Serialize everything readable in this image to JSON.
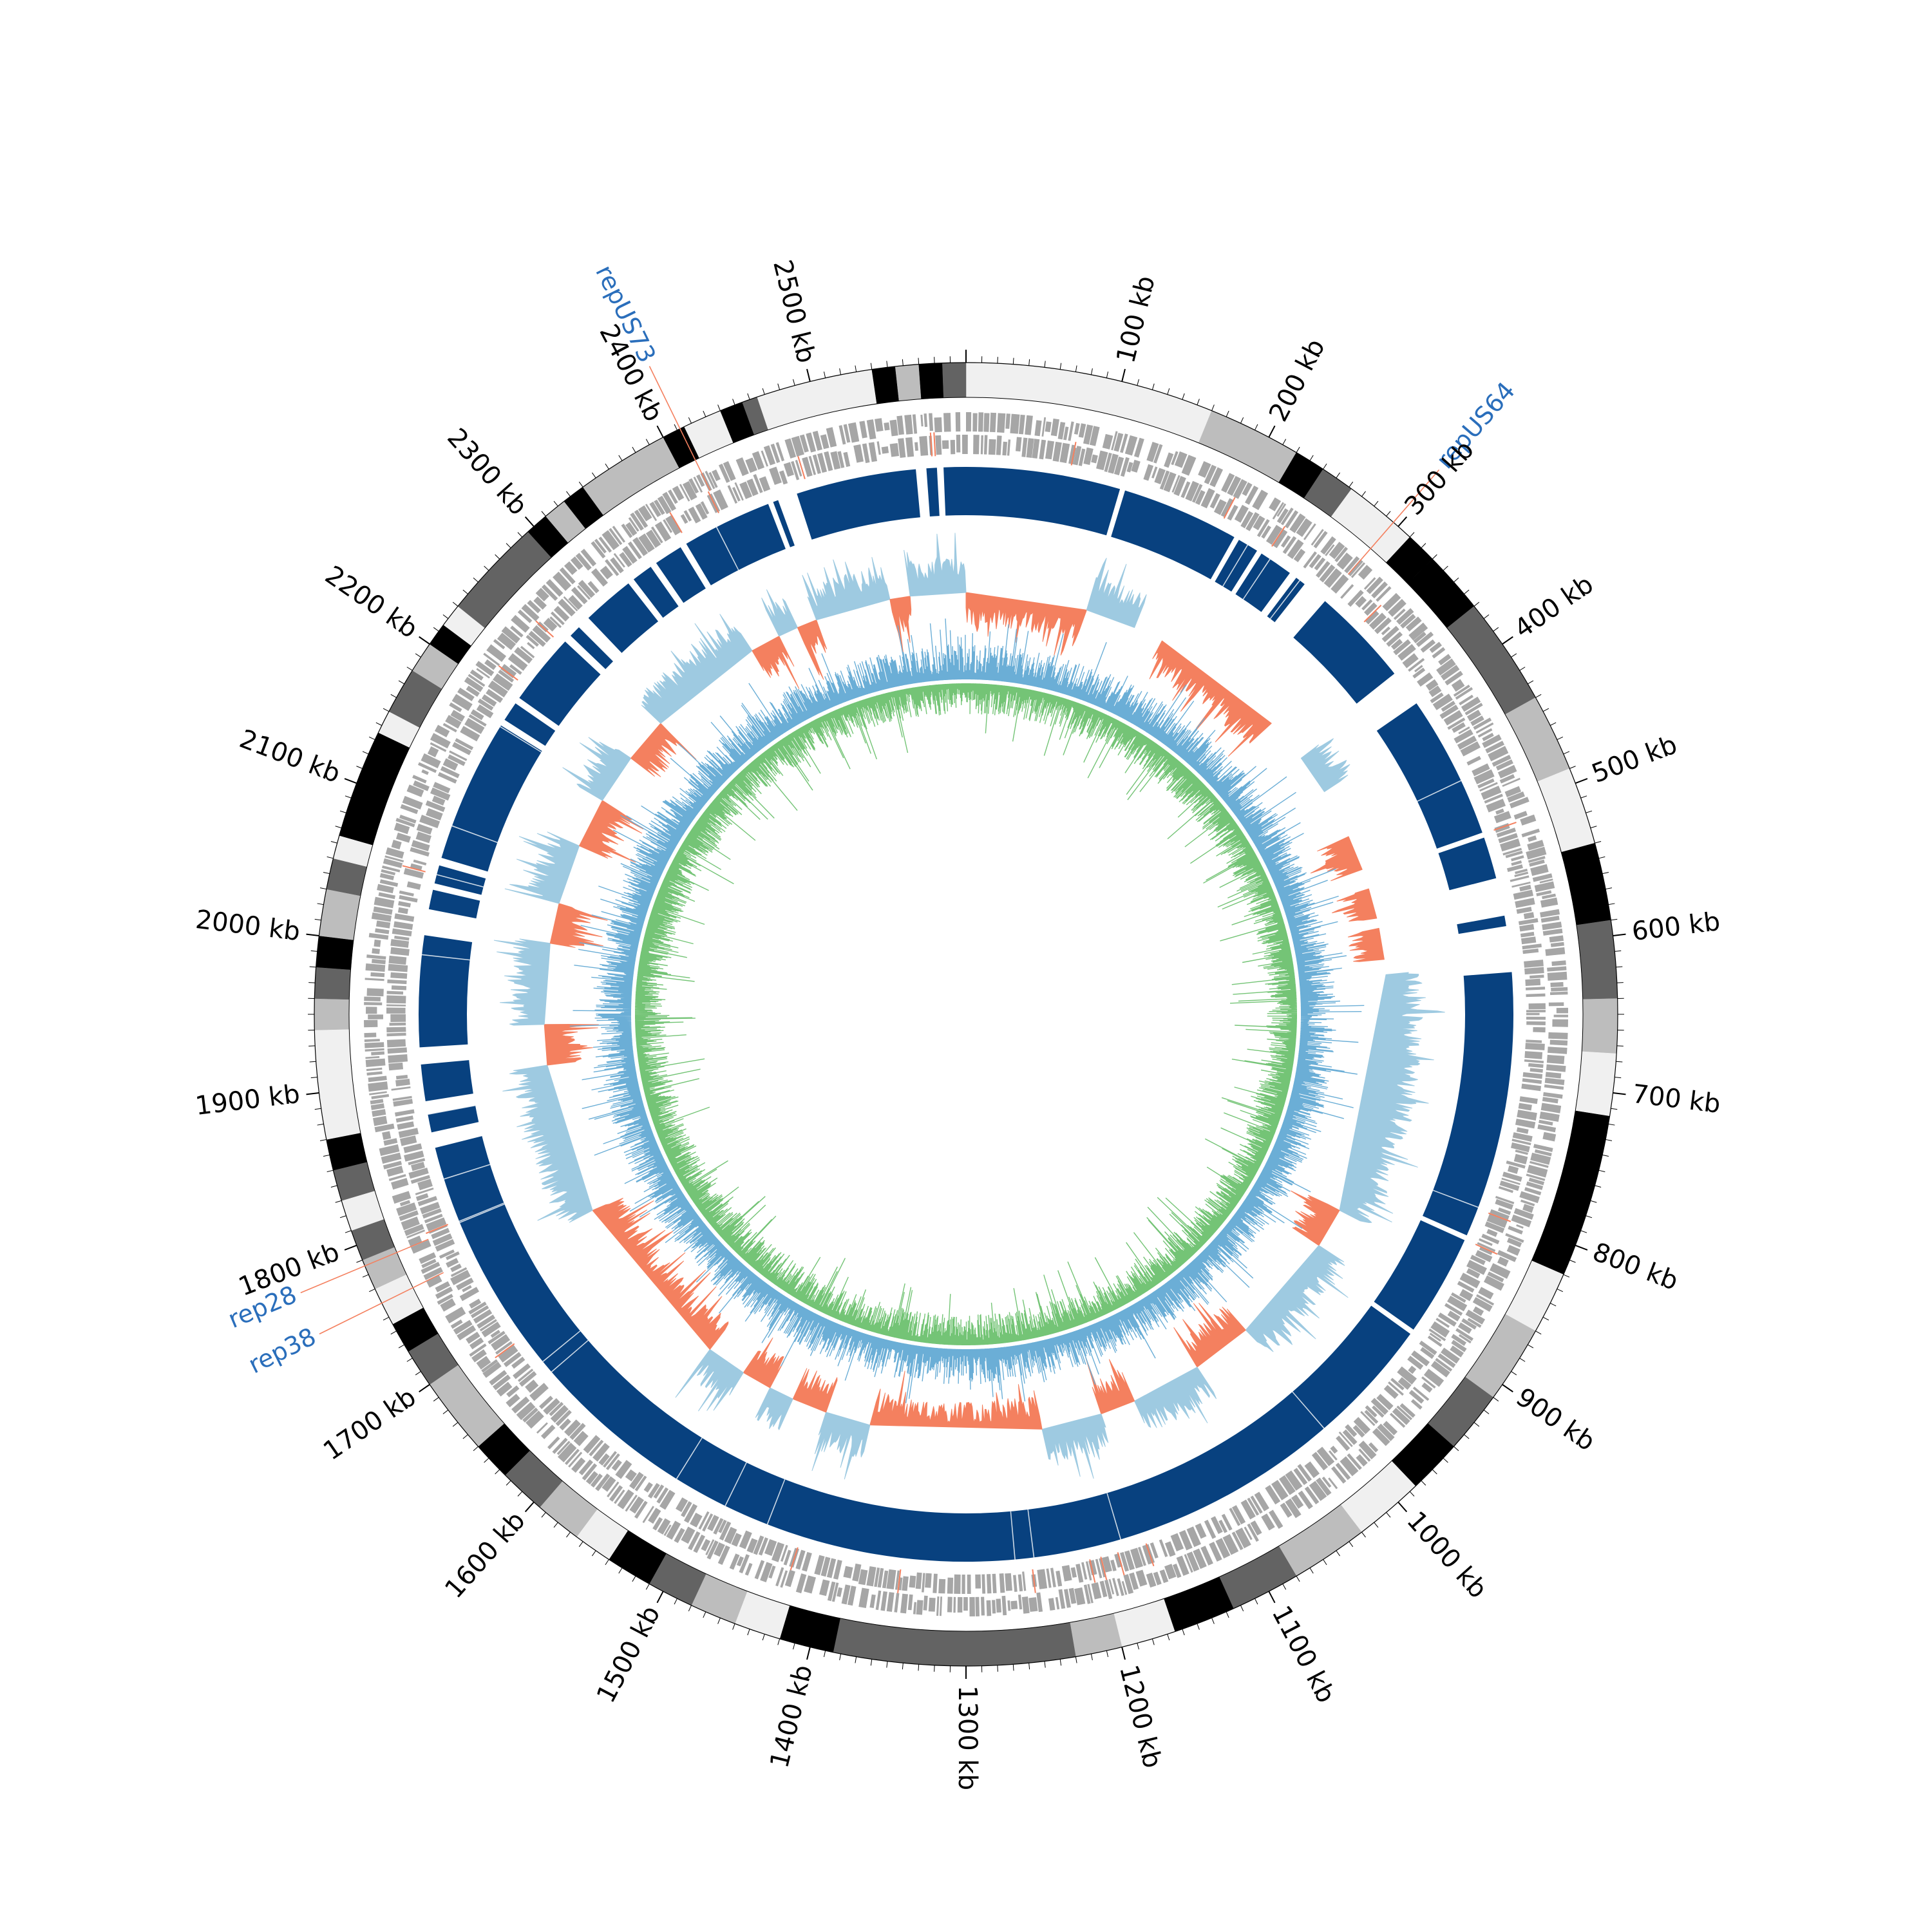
{
  "genome": {
    "length_kb": 2600
  },
  "colors": {
    "background": "#ffffff",
    "axis": "#000000",
    "cds": "#a6a6a6",
    "blast_band": "#08417f",
    "gc_skew_positive": "#9ecae1",
    "gc_skew_negative": "#f4805f",
    "gc_content": "#74c476",
    "gc_content_alt": "#6baed6",
    "gene_label": "#2a6ebb",
    "gene_leader": "#f4805f"
  },
  "tick_labels": [
    {
      "kb": 100,
      "text": "100 kb"
    },
    {
      "kb": 200,
      "text": "200 kb"
    },
    {
      "kb": 300,
      "text": "300 kb"
    },
    {
      "kb": 400,
      "text": "400 kb"
    },
    {
      "kb": 500,
      "text": "500 kb"
    },
    {
      "kb": 600,
      "text": "600 kb"
    },
    {
      "kb": 700,
      "text": "700 kb"
    },
    {
      "kb": 800,
      "text": "800 kb"
    },
    {
      "kb": 900,
      "text": "900 kb"
    },
    {
      "kb": 1000,
      "text": "1000 kb"
    },
    {
      "kb": 1100,
      "text": "1100 kb"
    },
    {
      "kb": 1200,
      "text": "1200 kb"
    },
    {
      "kb": 1300,
      "text": "1300 kb"
    },
    {
      "kb": 1400,
      "text": "1400 kb"
    },
    {
      "kb": 1500,
      "text": "1500 kb"
    },
    {
      "kb": 1600,
      "text": "1600 kb"
    },
    {
      "kb": 1700,
      "text": "1700 kb"
    },
    {
      "kb": 1800,
      "text": "1800 kb"
    },
    {
      "kb": 1900,
      "text": "1900 kb"
    },
    {
      "kb": 2000,
      "text": "2000 kb"
    },
    {
      "kb": 2100,
      "text": "2100 kb"
    },
    {
      "kb": 2200,
      "text": "2200 kb"
    },
    {
      "kb": 2300,
      "text": "2300 kb"
    },
    {
      "kb": 2400,
      "text": "2400 kb"
    },
    {
      "kb": 2500,
      "text": "2500 kb"
    }
  ],
  "gene_labels": [
    {
      "name": "repUS73",
      "kb": 2412
    },
    {
      "name": "repUS64",
      "kb": 296
    },
    {
      "name": "rep28",
      "kb": 1786
    },
    {
      "name": "rep38",
      "kb": 1760
    }
  ],
  "karyotype_bands": [
    {
      "start": 0,
      "end": 160,
      "shade": "#f0f0f0"
    },
    {
      "start": 160,
      "end": 220,
      "shade": "#bdbdbd"
    },
    {
      "start": 220,
      "end": 240,
      "shade": "#000000"
    },
    {
      "start": 240,
      "end": 262,
      "shade": "#636363"
    },
    {
      "start": 262,
      "end": 310,
      "shade": "#f0f0f0"
    },
    {
      "start": 310,
      "end": 330,
      "shade": "#000000"
    },
    {
      "start": 330,
      "end": 370,
      "shade": "#000000"
    },
    {
      "start": 370,
      "end": 440,
      "shade": "#636363"
    },
    {
      "start": 440,
      "end": 490,
      "shade": "#bdbdbd"
    },
    {
      "start": 490,
      "end": 540,
      "shade": "#f0f0f0"
    },
    {
      "start": 540,
      "end": 590,
      "shade": "#000000"
    },
    {
      "start": 590,
      "end": 640,
      "shade": "#636363"
    },
    {
      "start": 640,
      "end": 675,
      "shade": "#bdbdbd"
    },
    {
      "start": 675,
      "end": 715,
      "shade": "#f0f0f0"
    },
    {
      "start": 715,
      "end": 820,
      "shade": "#000000"
    },
    {
      "start": 820,
      "end": 860,
      "shade": "#f0f0f0"
    },
    {
      "start": 860,
      "end": 910,
      "shade": "#bdbdbd"
    },
    {
      "start": 910,
      "end": 950,
      "shade": "#636363"
    },
    {
      "start": 950,
      "end": 985,
      "shade": "#000000"
    },
    {
      "start": 985,
      "end": 1030,
      "shade": "#f0f0f0"
    },
    {
      "start": 1030,
      "end": 1080,
      "shade": "#bdbdbd"
    },
    {
      "start": 1080,
      "end": 1125,
      "shade": "#636363"
    },
    {
      "start": 1125,
      "end": 1165,
      "shade": "#000000"
    },
    {
      "start": 1165,
      "end": 1200,
      "shade": "#f0f0f0"
    },
    {
      "start": 1200,
      "end": 1230,
      "shade": "#bdbdbd"
    },
    {
      "start": 1230,
      "end": 1385,
      "shade": "#636363"
    },
    {
      "start": 1385,
      "end": 1420,
      "shade": "#000000"
    },
    {
      "start": 1420,
      "end": 1450,
      "shade": "#f0f0f0"
    },
    {
      "start": 1450,
      "end": 1480,
      "shade": "#bdbdbd"
    },
    {
      "start": 1480,
      "end": 1510,
      "shade": "#636363"
    },
    {
      "start": 1510,
      "end": 1540,
      "shade": "#000000"
    },
    {
      "start": 1540,
      "end": 1565,
      "shade": "#f0f0f0"
    },
    {
      "start": 1565,
      "end": 1595,
      "shade": "#bdbdbd"
    },
    {
      "start": 1595,
      "end": 1625,
      "shade": "#636363"
    },
    {
      "start": 1625,
      "end": 1650,
      "shade": "#000000"
    },
    {
      "start": 1650,
      "end": 1700,
      "shade": "#bdbdbd"
    },
    {
      "start": 1700,
      "end": 1725,
      "shade": "#636363"
    },
    {
      "start": 1725,
      "end": 1745,
      "shade": "#000000"
    },
    {
      "start": 1745,
      "end": 1770,
      "shade": "#f0f0f0"
    },
    {
      "start": 1770,
      "end": 1790,
      "shade": "#bdbdbd"
    },
    {
      "start": 1790,
      "end": 1810,
      "shade": "#636363"
    },
    {
      "start": 1810,
      "end": 1830,
      "shade": "#f0f0f0"
    },
    {
      "start": 1830,
      "end": 1850,
      "shade": "#636363"
    },
    {
      "start": 1850,
      "end": 1870,
      "shade": "#000000"
    },
    {
      "start": 1870,
      "end": 1940,
      "shade": "#f0f0f0"
    },
    {
      "start": 1940,
      "end": 1960,
      "shade": "#bdbdbd"
    },
    {
      "start": 1960,
      "end": 1980,
      "shade": "#636363"
    },
    {
      "start": 1980,
      "end": 2000,
      "shade": "#000000"
    },
    {
      "start": 2000,
      "end": 2030,
      "shade": "#bdbdbd"
    },
    {
      "start": 2030,
      "end": 2050,
      "shade": "#636363"
    },
    {
      "start": 2050,
      "end": 2065,
      "shade": "#f0f0f0"
    },
    {
      "start": 2065,
      "end": 2135,
      "shade": "#000000"
    },
    {
      "start": 2135,
      "end": 2150,
      "shade": "#f0f0f0"
    },
    {
      "start": 2150,
      "end": 2180,
      "shade": "#636363"
    },
    {
      "start": 2180,
      "end": 2200,
      "shade": "#bdbdbd"
    },
    {
      "start": 2200,
      "end": 2215,
      "shade": "#000000"
    },
    {
      "start": 2215,
      "end": 2230,
      "shade": "#f0f0f0"
    },
    {
      "start": 2230,
      "end": 2295,
      "shade": "#636363"
    },
    {
      "start": 2295,
      "end": 2310,
      "shade": "#000000"
    },
    {
      "start": 2310,
      "end": 2325,
      "shade": "#bdbdbd"
    },
    {
      "start": 2325,
      "end": 2340,
      "shade": "#000000"
    },
    {
      "start": 2340,
      "end": 2400,
      "shade": "#bdbdbd"
    },
    {
      "start": 2400,
      "end": 2415,
      "shade": "#000000"
    },
    {
      "start": 2415,
      "end": 2440,
      "shade": "#f0f0f0"
    },
    {
      "start": 2440,
      "end": 2455,
      "shade": "#000000"
    },
    {
      "start": 2455,
      "end": 2465,
      "shade": "#636363"
    },
    {
      "start": 2465,
      "end": 2540,
      "shade": "#f0f0f0"
    },
    {
      "start": 2540,
      "end": 2555,
      "shade": "#000000"
    },
    {
      "start": 2555,
      "end": 2570,
      "shade": "#bdbdbd"
    },
    {
      "start": 2570,
      "end": 2585,
      "shade": "#000000"
    },
    {
      "start": 2585,
      "end": 2600,
      "shade": "#636363"
    }
  ],
  "blast_blocks": [
    {
      "start": 0,
      "end": 118
    },
    {
      "start": 122,
      "end": 212
    },
    {
      "start": 216,
      "end": 232
    },
    {
      "start": 236,
      "end": 262
    },
    {
      "start": 268,
      "end": 276
    },
    {
      "start": 296,
      "end": 372
    },
    {
      "start": 400,
      "end": 510
    },
    {
      "start": 514,
      "end": 546
    },
    {
      "start": 575,
      "end": 583
    },
    {
      "start": 618,
      "end": 822
    },
    {
      "start": 826,
      "end": 904
    },
    {
      "start": 908,
      "end": 1848
    },
    {
      "start": 1860,
      "end": 1874
    },
    {
      "start": 1884,
      "end": 1912
    },
    {
      "start": 1925,
      "end": 2010
    },
    {
      "start": 2030,
      "end": 2045
    },
    {
      "start": 2050,
      "end": 2064
    },
    {
      "start": 2070,
      "end": 2180
    },
    {
      "start": 2185,
      "end": 2200
    },
    {
      "start": 2205,
      "end": 2260
    },
    {
      "start": 2266,
      "end": 2275
    },
    {
      "start": 2285,
      "end": 2325
    },
    {
      "start": 2330,
      "end": 2346
    },
    {
      "start": 2351,
      "end": 2373
    },
    {
      "start": 2378,
      "end": 2447
    },
    {
      "start": 2451,
      "end": 2455
    },
    {
      "start": 2470,
      "end": 2562
    },
    {
      "start": 2570,
      "end": 2578
    },
    {
      "start": 2583,
      "end": 2600
    }
  ],
  "gc_skew_segments": [
    {
      "start": 0,
      "end": 120,
      "sign": -1
    },
    {
      "start": 120,
      "end": 170,
      "sign": 1
    },
    {
      "start": 170,
      "end": 200,
      "sign": 0
    },
    {
      "start": 200,
      "end": 335,
      "sign": -1
    },
    {
      "start": 335,
      "end": 380,
      "sign": 0
    },
    {
      "start": 380,
      "end": 420,
      "sign": 1
    },
    {
      "start": 420,
      "end": 470,
      "sign": 0
    },
    {
      "start": 470,
      "end": 505,
      "sign": -1
    },
    {
      "start": 505,
      "end": 525,
      "sign": 0
    },
    {
      "start": 525,
      "end": 555,
      "sign": -1
    },
    {
      "start": 555,
      "end": 565,
      "sign": 0
    },
    {
      "start": 565,
      "end": 596,
      "sign": -1
    },
    {
      "start": 596,
      "end": 611,
      "sign": 0
    },
    {
      "start": 611,
      "end": 850,
      "sign": 1
    },
    {
      "start": 850,
      "end": 890,
      "sign": -1
    },
    {
      "start": 890,
      "end": 1000,
      "sign": 1
    },
    {
      "start": 1000,
      "end": 1060,
      "sign": -1
    },
    {
      "start": 1060,
      "end": 1130,
      "sign": 1
    },
    {
      "start": 1130,
      "end": 1165,
      "sign": -1
    },
    {
      "start": 1165,
      "end": 1225,
      "sign": 1
    },
    {
      "start": 1225,
      "end": 1395,
      "sign": -1
    },
    {
      "start": 1395,
      "end": 1440,
      "sign": 1
    },
    {
      "start": 1440,
      "end": 1475,
      "sign": -1
    },
    {
      "start": 1475,
      "end": 1500,
      "sign": 1
    },
    {
      "start": 1500,
      "end": 1530,
      "sign": -1
    },
    {
      "start": 1530,
      "end": 1570,
      "sign": 1
    },
    {
      "start": 1570,
      "end": 1750,
      "sign": -1
    },
    {
      "start": 1750,
      "end": 1900,
      "sign": 1
    },
    {
      "start": 1900,
      "end": 1940,
      "sign": -1
    },
    {
      "start": 1940,
      "end": 2020,
      "sign": 1
    },
    {
      "start": 2020,
      "end": 2060,
      "sign": -1
    },
    {
      "start": 2060,
      "end": 2120,
      "sign": 1
    },
    {
      "start": 2120,
      "end": 2170,
      "sign": -1
    },
    {
      "start": 2170,
      "end": 2220,
      "sign": 1
    },
    {
      "start": 2220,
      "end": 2265,
      "sign": -1
    },
    {
      "start": 2265,
      "end": 2380,
      "sign": 1
    },
    {
      "start": 2380,
      "end": 2410,
      "sign": -1
    },
    {
      "start": 2410,
      "end": 2430,
      "sign": 1
    },
    {
      "start": 2430,
      "end": 2450,
      "sign": -1
    },
    {
      "start": 2450,
      "end": 2525,
      "sign": 1
    },
    {
      "start": 2525,
      "end": 2545,
      "sign": -1
    },
    {
      "start": 2545,
      "end": 2600,
      "sign": 1
    }
  ]
}
